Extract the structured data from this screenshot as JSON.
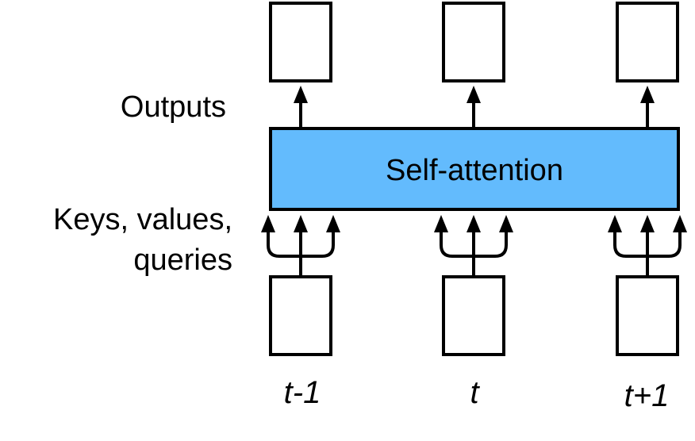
{
  "labels": {
    "outputs": "Outputs",
    "inputs_line1": "Keys, values,",
    "inputs_line2": "queries",
    "layer": "Self-attention"
  },
  "timesteps": [
    {
      "label": "t-1"
    },
    {
      "label": "t"
    },
    {
      "label": "t+1"
    }
  ],
  "colors": {
    "layer_fill": "#63bbfd",
    "stroke": "#000000"
  }
}
